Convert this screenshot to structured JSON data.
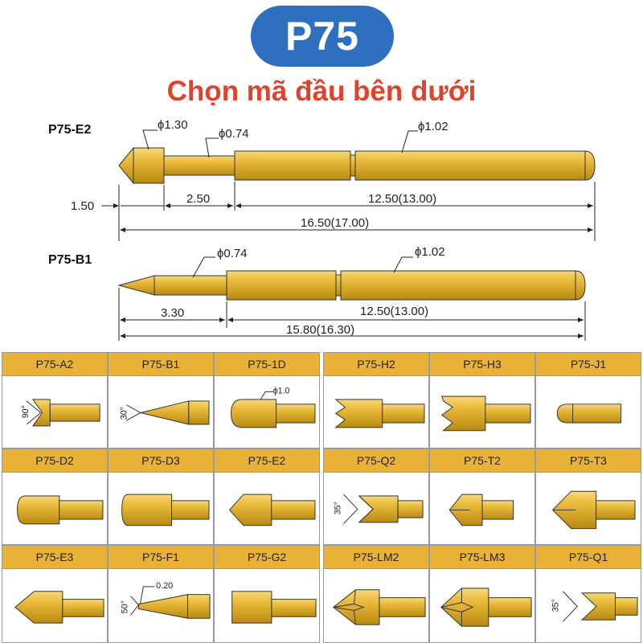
{
  "header": {
    "badge": "P75",
    "subtitle": "Chọn mã đầu bên dưới"
  },
  "drawing1": {
    "label": "P75-E2",
    "dims": {
      "head_dia": "ϕ1.30",
      "neck_dia": "ϕ0.74",
      "body_dia": "ϕ1.02",
      "tip_len": "1.50",
      "neck_len": "2.50",
      "body_len": "12.50(13.00)",
      "total_len": "16.50(17.00)"
    }
  },
  "drawing2": {
    "label": "P75-B1",
    "dims": {
      "neck_dia": "ϕ0.74",
      "body_dia": "ϕ1.02",
      "tip_len": "3.30",
      "body_len": "12.50(13.00)",
      "total_len": "15.80(16.30)"
    }
  },
  "tips_left": [
    {
      "code": "P75-A2",
      "note": "90°"
    },
    {
      "code": "P75-B1",
      "note": "30°"
    },
    {
      "code": "P75-1D",
      "note": "ϕ1.0"
    },
    {
      "code": "P75-D2",
      "note": ""
    },
    {
      "code": "P75-D3",
      "note": ""
    },
    {
      "code": "P75-E2",
      "note": ""
    },
    {
      "code": "P75-E3",
      "note": ""
    },
    {
      "code": "P75-F1",
      "note": "50°",
      "note2": "0.20"
    },
    {
      "code": "P75-G2",
      "note": ""
    }
  ],
  "tips_right": [
    {
      "code": "P75-H2",
      "note": ""
    },
    {
      "code": "P75-H3",
      "note": ""
    },
    {
      "code": "P75-J1",
      "note": ""
    },
    {
      "code": "P75-Q2",
      "note": "35°"
    },
    {
      "code": "P75-T2",
      "note": ""
    },
    {
      "code": "P75-T3",
      "note": ""
    },
    {
      "code": "P75-LM2",
      "note": ""
    },
    {
      "code": "P75-LM3",
      "note": ""
    },
    {
      "code": "P75-Q1",
      "note": "35°"
    }
  ],
  "colors": {
    "badge": "#2f6fbf",
    "subtitle": "#e0422a",
    "gold": "#e5b530",
    "gold_dark": "#b8860b",
    "header_fill": "#e8b238"
  }
}
